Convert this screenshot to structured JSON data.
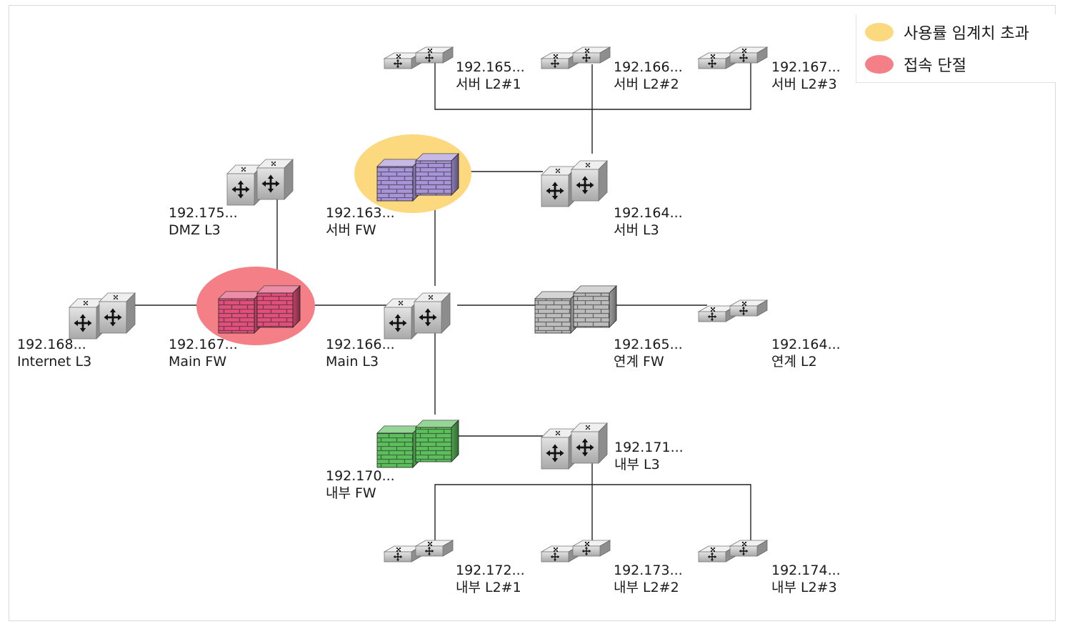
{
  "legend": [
    {
      "label": "사용률 임계치 초과",
      "color": "#fcd97e"
    },
    {
      "label": "접속 단절",
      "color": "#f57f86"
    }
  ],
  "colors": {
    "overload_highlight": "#fcd97e",
    "disconnect_highlight": "#f57f86",
    "fw_server": "#a894d8",
    "fw_main": "#e0507a",
    "fw_link": "#bdbdbd",
    "fw_internal": "#5cbf5c",
    "device_gray": "#c8c8c8"
  },
  "nodes": [
    {
      "id": "internet-l3",
      "type": "l3",
      "ip": "192.168...",
      "name": "Internet L3"
    },
    {
      "id": "main-fw",
      "type": "fw",
      "ip": "192.167...",
      "name": "Main FW",
      "color": "fw_main",
      "highlight": "disconnect"
    },
    {
      "id": "main-l3",
      "type": "l3",
      "ip": "192.166...",
      "name": "Main L3"
    },
    {
      "id": "dmz-l3",
      "type": "l3",
      "ip": "192.175...",
      "name": "DMZ L3"
    },
    {
      "id": "server-fw",
      "type": "fw",
      "ip": "192.163...",
      "name": "서버 FW",
      "color": "fw_server",
      "highlight": "overload"
    },
    {
      "id": "server-l3",
      "type": "l3",
      "ip": "192.164...",
      "name": "서버 L3"
    },
    {
      "id": "server-l2-1",
      "type": "l2",
      "ip": "192.165...",
      "name": "서버 L2#1"
    },
    {
      "id": "server-l2-2",
      "type": "l2",
      "ip": "192.166...",
      "name": "서버 L2#2"
    },
    {
      "id": "server-l2-3",
      "type": "l2",
      "ip": "192.167...",
      "name": "서버 L2#3"
    },
    {
      "id": "link-fw",
      "type": "fw",
      "ip": "192.165...",
      "name": "연계 FW",
      "color": "fw_link"
    },
    {
      "id": "link-l2",
      "type": "l2",
      "ip": "192.164...",
      "name": "연계 L2"
    },
    {
      "id": "internal-fw",
      "type": "fw",
      "ip": "192.170...",
      "name": "내부 FW",
      "color": "fw_internal"
    },
    {
      "id": "internal-l3",
      "type": "l3",
      "ip": "192.171...",
      "name": "내부 L3"
    },
    {
      "id": "internal-l2-1",
      "type": "l2",
      "ip": "192.172...",
      "name": "내부 L2#1"
    },
    {
      "id": "internal-l2-2",
      "type": "l2",
      "ip": "192.173...",
      "name": "내부 L2#2"
    },
    {
      "id": "internal-l2-3",
      "type": "l2",
      "ip": "192.174...",
      "name": "내부 L2#3"
    }
  ]
}
